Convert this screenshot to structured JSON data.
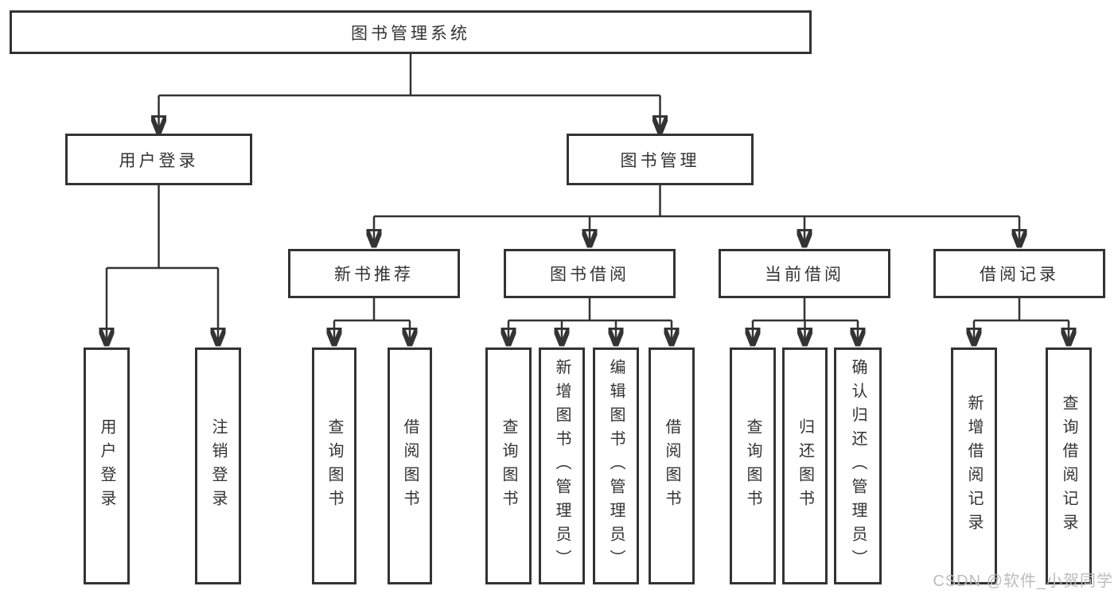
{
  "tree": {
    "root": {
      "label": "图书管理系统"
    },
    "branches": [
      {
        "label": "用户登录",
        "leaves": [
          "用户登录",
          "注销登录"
        ]
      },
      {
        "label": "图书管理",
        "groups": [
          {
            "label": "新书推荐",
            "leaves": [
              "查询图书",
              "借阅图书"
            ]
          },
          {
            "label": "图书借阅",
            "leaves": [
              "查询图书",
              "新增图书（管理员）",
              "编辑图书（管理员）",
              "借阅图书"
            ]
          },
          {
            "label": "当前借阅",
            "leaves": [
              "查询图书",
              "归还图书",
              "确认归还（管理员）"
            ]
          },
          {
            "label": "借阅记录",
            "leaves": [
              "新增借阅记录",
              "查询借阅记录"
            ]
          }
        ]
      }
    ]
  },
  "watermark": "CSDN @软件_小贺同学",
  "colors": {
    "line": "#333333",
    "text": "#333333",
    "box_background": "#ffffff",
    "watermark": "#b9b9b9"
  }
}
